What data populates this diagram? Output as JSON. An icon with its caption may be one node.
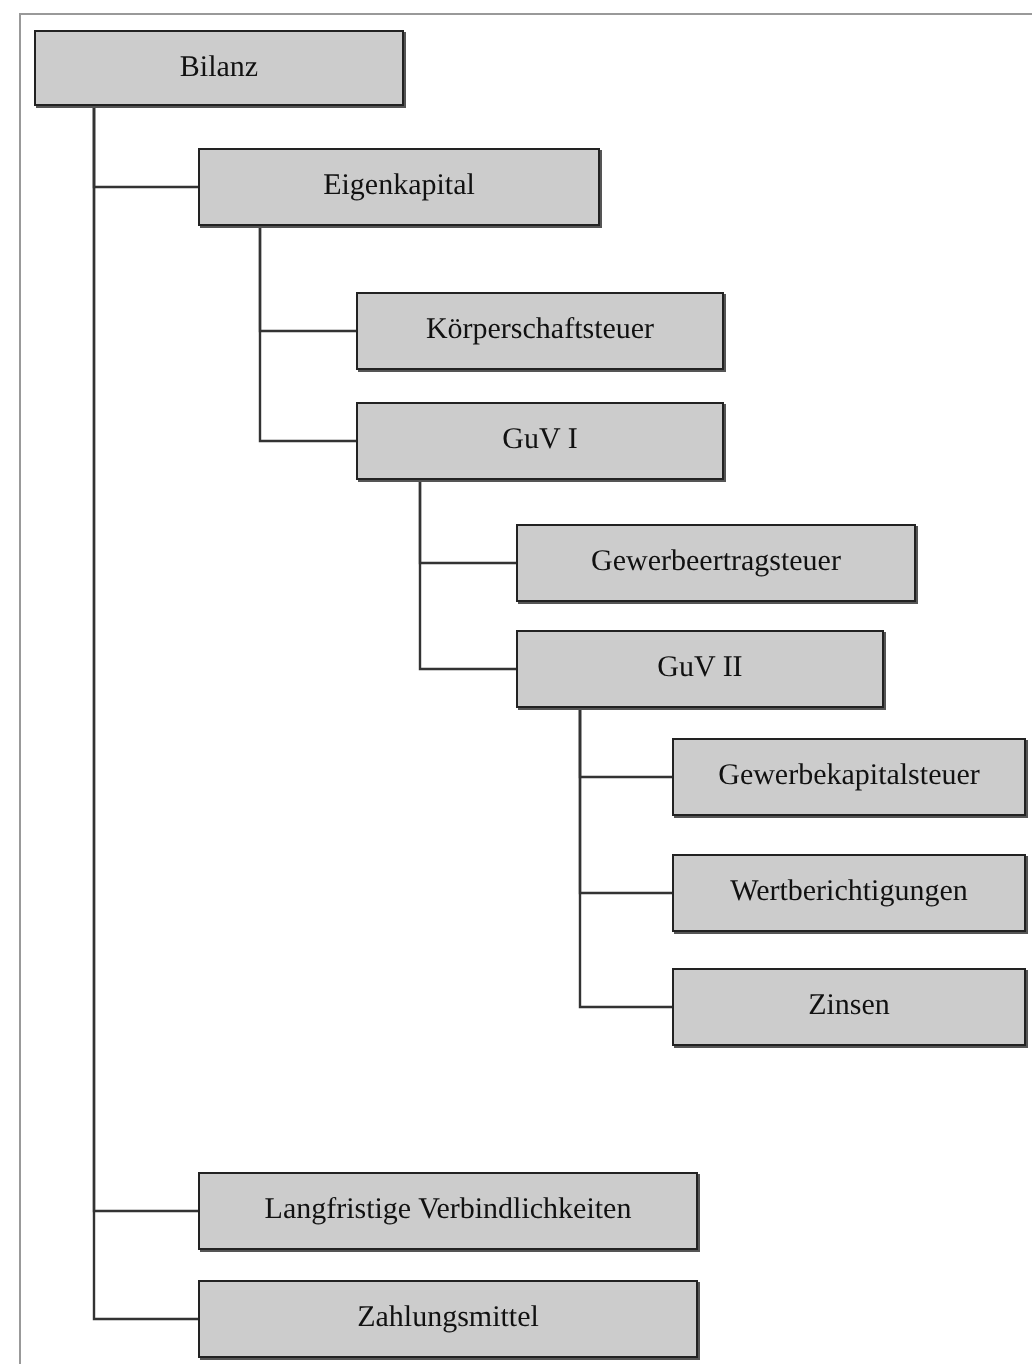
{
  "diagram": {
    "nodes": [
      {
        "text": [
          "Bilanz"
        ]
      },
      {
        "text": [
          "Eigenkapital"
        ]
      },
      {
        "text": [
          "Körperschaftsteuer"
        ]
      },
      {
        "text": [
          "GuV I"
        ]
      },
      {
        "text": [
          "Gewerbeertragsteuer"
        ]
      },
      {
        "text": [
          "GuV II"
        ]
      },
      {
        "text": [
          "Gewerbekapitalsteuer"
        ]
      },
      {
        "text": [
          "Wertberichtigungen"
        ]
      },
      {
        "text": [
          "Zinsen"
        ]
      },
      {
        "text": [
          "Langfristige Verbindlichkeiten"
        ]
      },
      {
        "text": [
          "Zahlungsmittel"
        ]
      }
    ],
    "edges": [
      {
        "from": 0,
        "to": 1,
        "arrow": "none"
      },
      {
        "from": 1,
        "to": 2,
        "arrow": "none"
      },
      {
        "from": 1,
        "to": 3,
        "arrow": "none"
      },
      {
        "from": 3,
        "to": 4,
        "arrow": "none"
      },
      {
        "from": 3,
        "to": 5,
        "arrow": "none"
      },
      {
        "from": 5,
        "to": 6,
        "arrow": "none"
      },
      {
        "from": 5,
        "to": 7,
        "arrow": "none"
      },
      {
        "from": 5,
        "to": 8,
        "arrow": "none"
      },
      {
        "from": 0,
        "to": 9,
        "arrow": "none"
      },
      {
        "from": 0,
        "to": 10,
        "arrow": "none"
      }
    ]
  }
}
